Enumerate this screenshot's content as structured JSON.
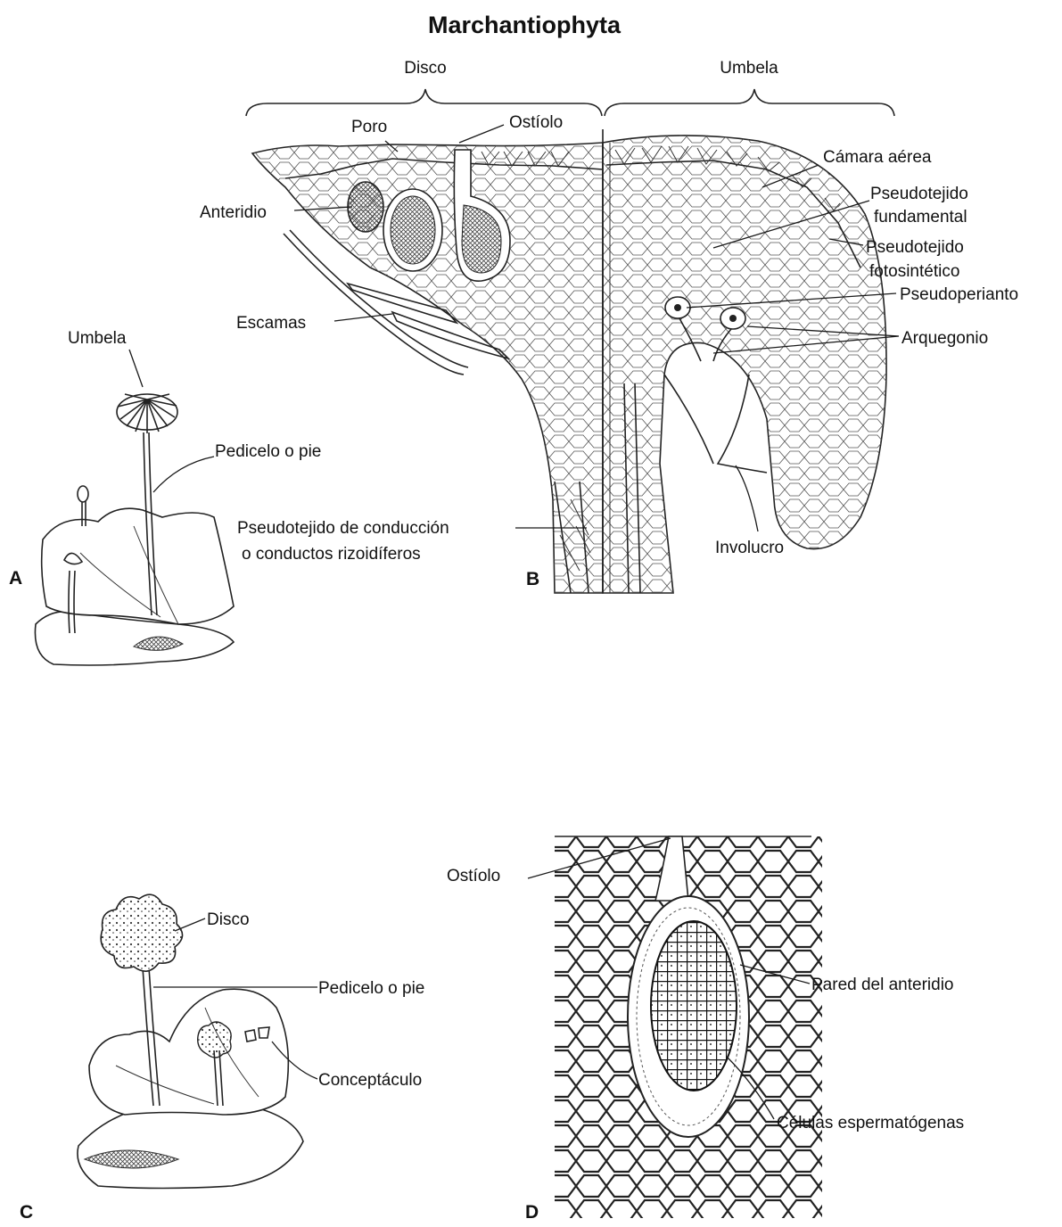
{
  "title": "Marchantiophyta",
  "panels": {
    "a": "A",
    "b": "B",
    "c": "C",
    "d": "D"
  },
  "panel_a": {
    "umbela": "Umbela",
    "pedicelo": "Pedicelo o pie"
  },
  "panel_b": {
    "disco": "Disco",
    "umbela": "Umbela",
    "poro": "Poro",
    "ostiolo": "Ostíolo",
    "camara_aerea": "Cámara aérea",
    "anteridio": "Anteridio",
    "pseudotejido_fundamental_1": "Pseudotejido",
    "pseudotejido_fundamental_2": "fundamental",
    "pseudotejido_fotosintetico_1": "Pseudotejido",
    "pseudotejido_fotosintetico_2": "fotosintético",
    "pseudoperianto": "Pseudoperianto",
    "escamas": "Escamas",
    "arquegonio": "Arquegonio",
    "conduccion_1": "Pseudotejido de conducción",
    "conduccion_2": "o conductos rizoidíferos",
    "involucro": "Involucro"
  },
  "panel_c": {
    "disco": "Disco",
    "pedicelo": "Pedicelo o pie",
    "conceptaculo": "Conceptáculo"
  },
  "panel_d": {
    "ostiolo": "Ostíolo",
    "pared": "Pared del anteridio",
    "celulas": "Células espermatógenas"
  },
  "colors": {
    "ink": "#222222",
    "paper": "#ffffff"
  }
}
